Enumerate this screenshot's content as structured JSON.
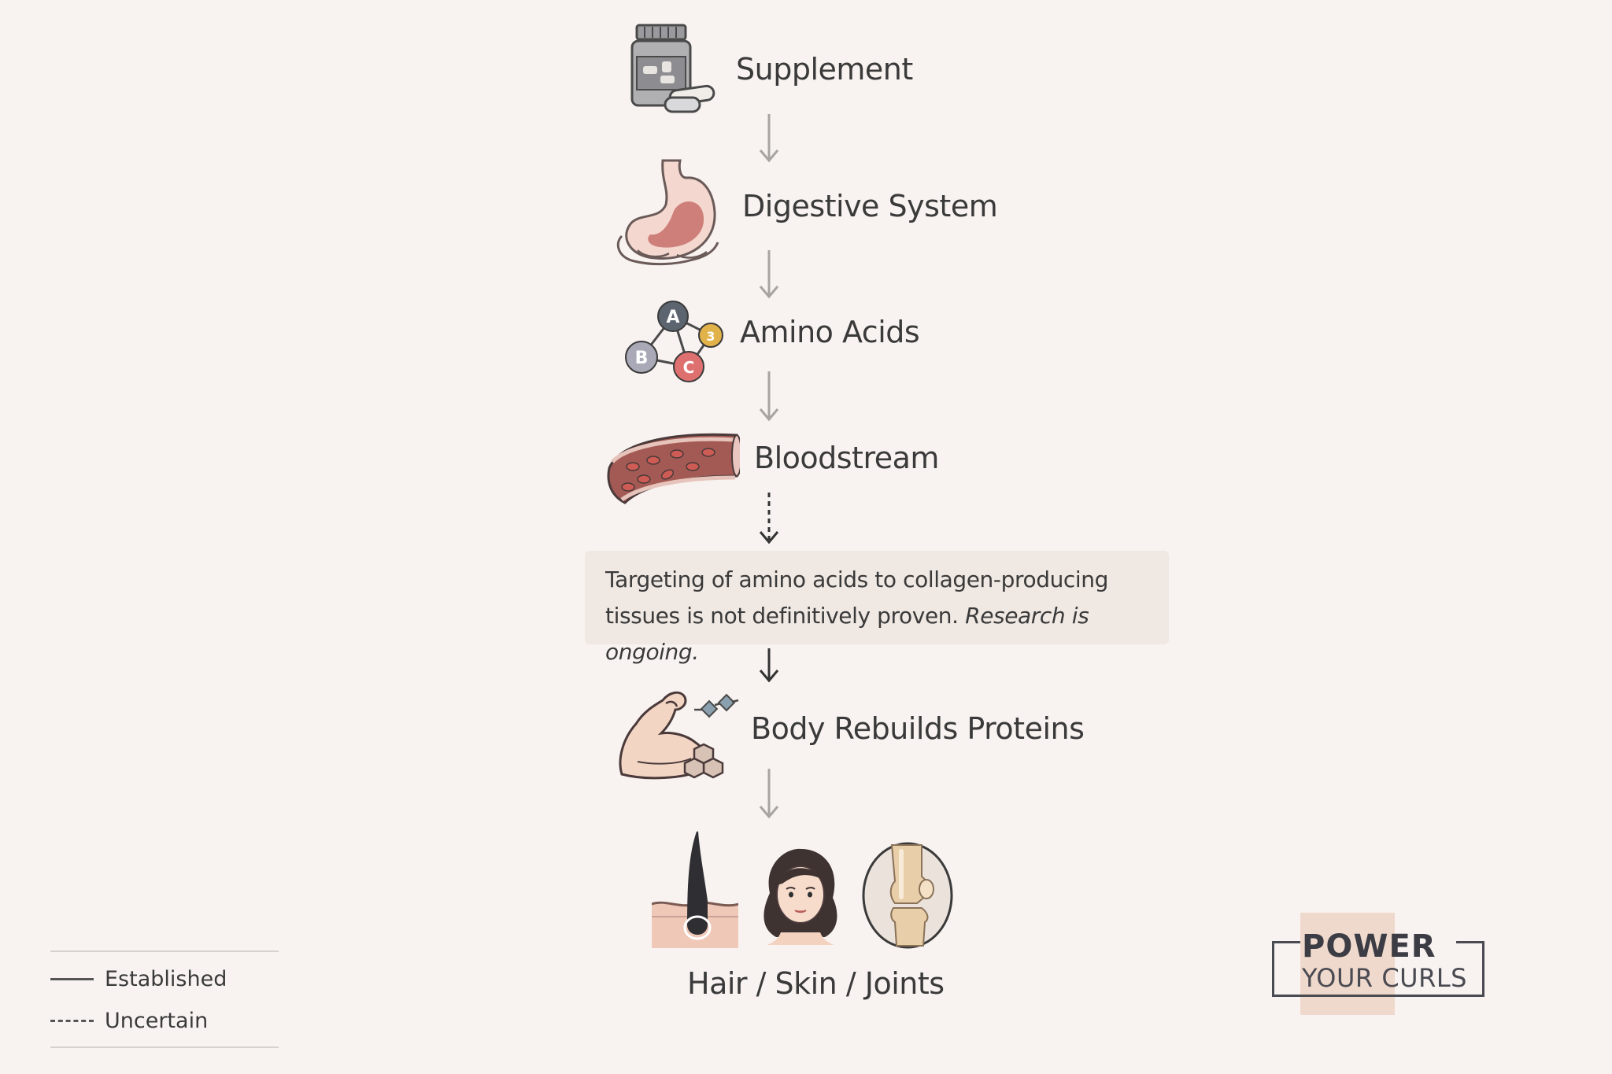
{
  "steps": [
    {
      "label": "Supplement",
      "icon": "supplement-bottle-icon"
    },
    {
      "label": "Digestive System",
      "icon": "stomach-icon"
    },
    {
      "label": "Amino Acids",
      "icon": "amino-acids-molecule-icon"
    },
    {
      "label": "Bloodstream",
      "icon": "blood-vessel-icon"
    },
    {
      "label": "Body Rebuilds Proteins",
      "icon": "flexed-arm-icon"
    },
    {
      "label": "Hair / Skin / Joints",
      "icon": "hair-skin-joint-icons"
    }
  ],
  "note": {
    "text_main": "Targeting of amino acids to collagen-producing tissues is not definitively proven.",
    "text_italic": "Research is ongoing."
  },
  "molecule_letters": {
    "a": "A",
    "b": "B",
    "c": "C",
    "d": "3"
  },
  "legend": {
    "established": "Established",
    "uncertain": "Uncertain"
  },
  "brand": {
    "line1": "POWER",
    "line2": "YOUR CURLS"
  },
  "colors": {
    "background": "#f8f3f0",
    "arrow_established": "#a8a4a2",
    "arrow_strong": "#333333",
    "note_box": "#efe8e3",
    "text": "#3a3a3a"
  }
}
